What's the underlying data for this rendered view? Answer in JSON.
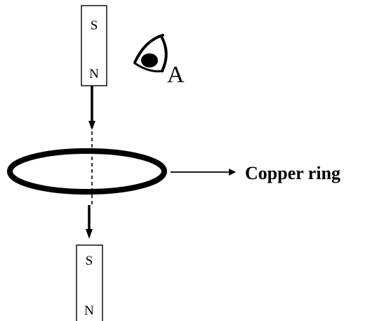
{
  "top_magnet": {
    "upper_pole": "S",
    "lower_pole": "N"
  },
  "bottom_magnet": {
    "upper_pole": "S",
    "lower_pole": "N"
  },
  "observer": {
    "label": "A",
    "icon": "eye-icon"
  },
  "ring": {
    "label": "Copper ring"
  }
}
